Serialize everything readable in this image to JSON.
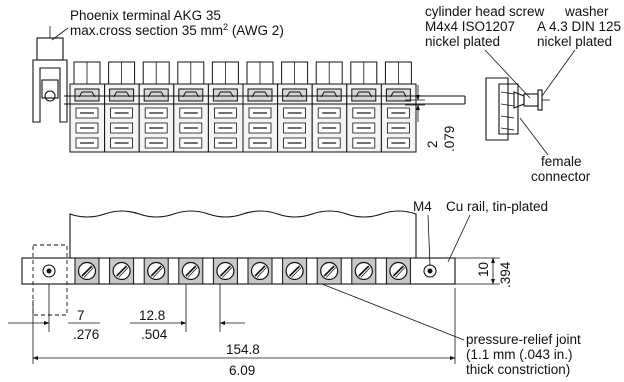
{
  "labels": {
    "terminal_line1": "Phoenix terminal AKG 35",
    "terminal_line2_prefix": "max.cross section 35 mm",
    "terminal_line2_sup": "2",
    "terminal_line2_suffix": " (AWG 2)",
    "screw_line1": "cylinder head screw",
    "screw_line2": "M4x4 ISO1207",
    "screw_line3": "nickel plated",
    "washer_line1": "washer",
    "washer_line2": "A 4.3 DIN 125",
    "washer_line3": "nickel plated",
    "connector_line1": "female",
    "connector_line2": "connector",
    "thread": "M4",
    "rail": "Cu rail, tin-plated",
    "joint_line1": "pressure-relief joint",
    "joint_line2": "(1.1 mm (.043 in.)",
    "joint_line3": "thick constriction)"
  },
  "dimensions": {
    "gap_mm": "2",
    "gap_in": ".079",
    "height_mm": "10",
    "height_in": ".394",
    "edge_mm": "7",
    "edge_in": ".276",
    "pitch_mm": "12.8",
    "pitch_in": ".504",
    "length_mm": "154.8",
    "length_in": "6.09"
  },
  "terminal_count": 10
}
